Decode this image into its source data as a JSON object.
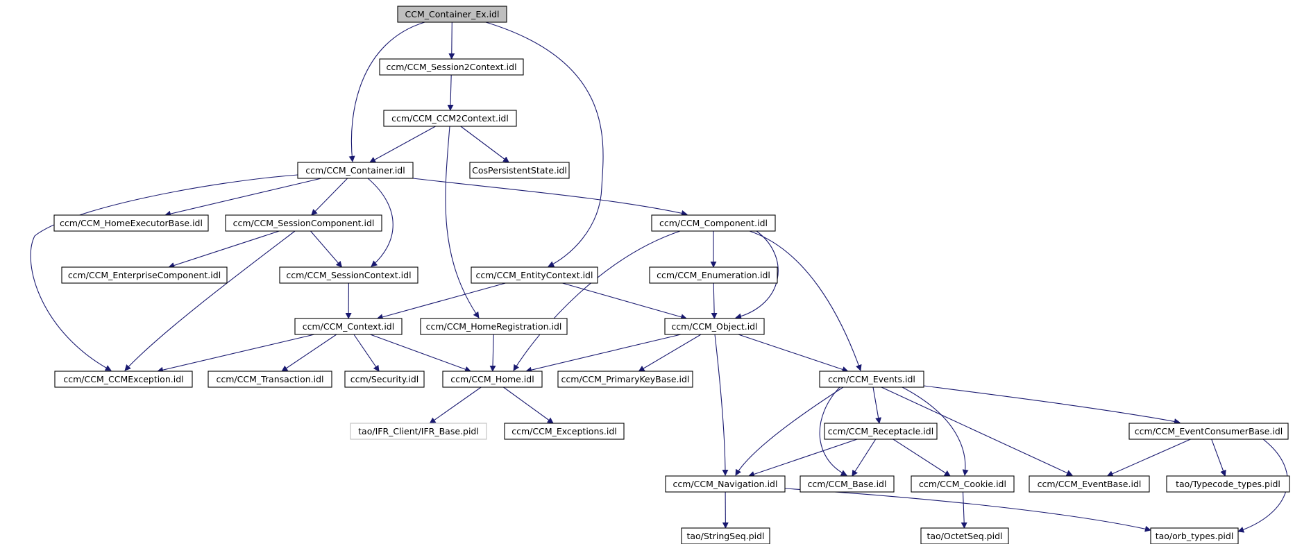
{
  "colors": {
    "edge": "#191970",
    "root_fill": "#bfbfbf",
    "node_border": "#000000",
    "missing_border": "#bfbfbf"
  },
  "nodes": {
    "root": "CCM_Container_Ex.idl",
    "session2context": "ccm/CCM_Session2Context.idl",
    "ccm2context": "ccm/CCM_CCM2Context.idl",
    "container": "ccm/CCM_Container.idl",
    "cospersistent": "CosPersistentState.idl",
    "homeexecutorbase": "ccm/CCM_HomeExecutorBase.idl",
    "sessioncomponent": "ccm/CCM_SessionComponent.idl",
    "component": "ccm/CCM_Component.idl",
    "enterprisecomponent": "ccm/CCM_EnterpriseComponent.idl",
    "sessioncontext": "ccm/CCM_SessionContext.idl",
    "entitycontext": "ccm/CCM_EntityContext.idl",
    "enumeration": "ccm/CCM_Enumeration.idl",
    "context": "ccm/CCM_Context.idl",
    "homeregistration": "ccm/CCM_HomeRegistration.idl",
    "object": "ccm/CCM_Object.idl",
    "ccmexception": "ccm/CCM_CCMException.idl",
    "transaction": "ccm/CCM_Transaction.idl",
    "security": "ccm/Security.idl",
    "home": "ccm/CCM_Home.idl",
    "primarykeybase": "ccm/CCM_PrimaryKeyBase.idl",
    "events": "ccm/CCM_Events.idl",
    "ifrbase": "tao/IFR_Client/IFR_Base.pidl",
    "exceptions": "ccm/CCM_Exceptions.idl",
    "receptacle": "ccm/CCM_Receptacle.idl",
    "eventconsumerbase": "ccm/CCM_EventConsumerBase.idl",
    "navigation": "ccm/CCM_Navigation.idl",
    "base": "ccm/CCM_Base.idl",
    "cookie": "ccm/CCM_Cookie.idl",
    "eventbase": "ccm/CCM_EventBase.idl",
    "typecodetypes": "tao/Typecode_types.pidl",
    "stringseq": "tao/StringSeq.pidl",
    "octetseq": "tao/OctetSeq.pidl",
    "orbtypes": "tao/orb_types.pidl"
  },
  "edges": [
    [
      "root",
      "session2context"
    ],
    [
      "root",
      "container"
    ],
    [
      "root",
      "entitycontext"
    ],
    [
      "session2context",
      "ccm2context"
    ],
    [
      "ccm2context",
      "container"
    ],
    [
      "ccm2context",
      "cospersistent"
    ],
    [
      "ccm2context",
      "homeregistration"
    ],
    [
      "container",
      "homeexecutorbase"
    ],
    [
      "container",
      "sessioncomponent"
    ],
    [
      "container",
      "sessioncontext"
    ],
    [
      "container",
      "ccmexception"
    ],
    [
      "container",
      "component"
    ],
    [
      "sessioncomponent",
      "enterprisecomponent"
    ],
    [
      "sessioncomponent",
      "sessioncontext"
    ],
    [
      "sessioncomponent",
      "ccmexception"
    ],
    [
      "component",
      "enumeration"
    ],
    [
      "component",
      "object"
    ],
    [
      "component",
      "home"
    ],
    [
      "component",
      "events"
    ],
    [
      "sessioncontext",
      "context"
    ],
    [
      "entitycontext",
      "context"
    ],
    [
      "entitycontext",
      "object"
    ],
    [
      "enumeration",
      "object"
    ],
    [
      "context",
      "ccmexception"
    ],
    [
      "context",
      "transaction"
    ],
    [
      "context",
      "security"
    ],
    [
      "context",
      "home"
    ],
    [
      "homeregistration",
      "home"
    ],
    [
      "object",
      "home"
    ],
    [
      "object",
      "primarykeybase"
    ],
    [
      "object",
      "events"
    ],
    [
      "object",
      "navigation"
    ],
    [
      "home",
      "ifrbase"
    ],
    [
      "home",
      "exceptions"
    ],
    [
      "events",
      "receptacle"
    ],
    [
      "events",
      "navigation"
    ],
    [
      "events",
      "base"
    ],
    [
      "events",
      "cookie"
    ],
    [
      "events",
      "eventbase"
    ],
    [
      "events",
      "eventconsumerbase"
    ],
    [
      "receptacle",
      "navigation"
    ],
    [
      "receptacle",
      "base"
    ],
    [
      "receptacle",
      "cookie"
    ],
    [
      "eventconsumerbase",
      "eventbase"
    ],
    [
      "eventconsumerbase",
      "typecodetypes"
    ],
    [
      "eventconsumerbase",
      "orbtypes"
    ],
    [
      "navigation",
      "stringseq"
    ],
    [
      "navigation",
      "orbtypes"
    ],
    [
      "cookie",
      "octetseq"
    ]
  ]
}
